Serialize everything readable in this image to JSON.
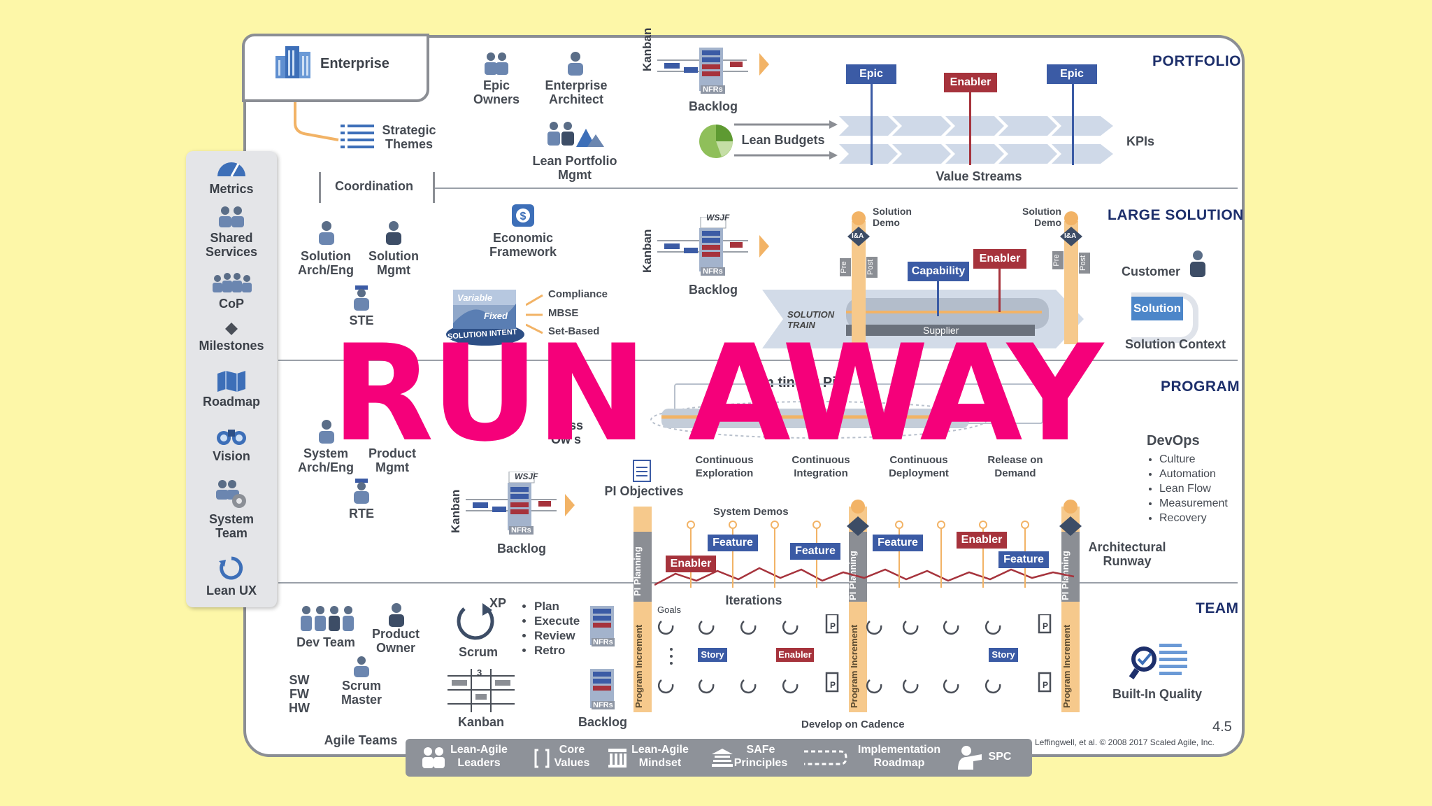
{
  "levels": {
    "portfolio": "PORTFOLIO",
    "large_solution": "LARGE SOLUTION",
    "program": "PROGRAM",
    "team": "TEAM"
  },
  "sidebar": [
    "Metrics",
    "Shared Services",
    "CoP",
    "Milestones",
    "Roadmap",
    "Vision",
    "System Team",
    "Lean UX"
  ],
  "enterprise": "Enterprise",
  "strategic_themes": "Strategic Themes",
  "coordination": "Coordination",
  "portfolio": {
    "epic_owners": "Epic Owners",
    "enterprise_architect": "Enterprise Architect",
    "lean_portfolio": "Lean Portfolio Mgmt",
    "kanban": "Kanban",
    "nfrs": "NFRs",
    "backlog": "Backlog",
    "lean_budgets": "Lean Budgets",
    "epic": "Epic",
    "enabler": "Enabler",
    "kpis": "KPIs",
    "value_streams": "Value Streams"
  },
  "large_solution": {
    "solution_arch": "Solution Arch/Eng",
    "solution_mgmt": "Solution Mgmt",
    "ste": "STE",
    "economic_framework": "Economic Framework",
    "wsjf": "WSJF",
    "kanban": "Kanban",
    "nfrs": "NFRs",
    "backlog": "Backlog",
    "variable": "Variable",
    "fixed": "Fixed",
    "solution_intent": "SOLUTION INTENT",
    "compliance": "Compliance",
    "mbse": "MBSE",
    "set_based": "Set-Based",
    "solution_demo": "Solution Demo",
    "pre": "Pre",
    "post": "Post",
    "ia": "I&A",
    "capability": "Capability",
    "enabler": "Enabler",
    "solution_train": "SOLUTION TRAIN",
    "supplier": "Supplier",
    "customer": "Customer",
    "solution": "Solution",
    "solution_context": "Solution Context"
  },
  "program": {
    "system_arch": "System Arch/Eng",
    "product_mgmt": "Product Mgmt",
    "rte": "RTE",
    "business_owners": "us ss Ow s",
    "continuous_header": "Con tino iv Pi",
    "continuous_exploration": "Continuous Exploration",
    "continuous_integration": "Continuous Integration",
    "continuous_deployment": "Continuous Deployment",
    "release_on_demand": "Release on Demand",
    "devops": "DevOps",
    "devops_items": [
      "Culture",
      "Automation",
      "Lean Flow",
      "Measurement",
      "Recovery"
    ],
    "wsjf": "WSJF",
    "kanban": "Kanban",
    "nfrs": "NFRs",
    "backlog": "Backlog",
    "pi_objectives": "PI Objectives",
    "system_demos": "System Demos",
    "feature": "Feature",
    "enabler": "Enabler",
    "architectural_runway": "Architectural Runway",
    "pi_planning": "PI Planning"
  },
  "team": {
    "dev_team": "Dev Team",
    "product_owner": "Product Owner",
    "scrum_master": "Scrum Master",
    "sw": "SW",
    "fw": "FW",
    "hw": "HW",
    "agile_teams": "Agile Teams",
    "xp": "XP",
    "scrum": "Scrum",
    "scrum_steps": [
      "Plan",
      "Execute",
      "Review",
      "Retro"
    ],
    "kanban": "Kanban",
    "kanban_num": "3",
    "nfrs": "NFRs",
    "backlog": "Backlog",
    "iterations": "Iterations",
    "goals": "Goals",
    "story": "Story",
    "enabler": "Enabler",
    "program_increment": "Program Increment",
    "develop_on_cadence": "Develop on Cadence",
    "built_in_quality": "Built-In Quality",
    "p": "P"
  },
  "bottom_bar": [
    "Lean-Agile Leaders",
    "Core Values",
    "Lean-Agile Mindset",
    "SAFe Principles",
    "Implementation Roadmap",
    "SPC"
  ],
  "version": "4.5",
  "copyright": "Leffingwell, et al. © 2008 2017 Scaled Agile, Inc.",
  "overlay": "RUN AWAY",
  "colors": {
    "background": "#fdf7a8",
    "overlay": "#f5007a",
    "navy": "#1d2f6b",
    "blue": "#3b5ba5",
    "red": "#a6333c",
    "gold": "#f2b366"
  }
}
